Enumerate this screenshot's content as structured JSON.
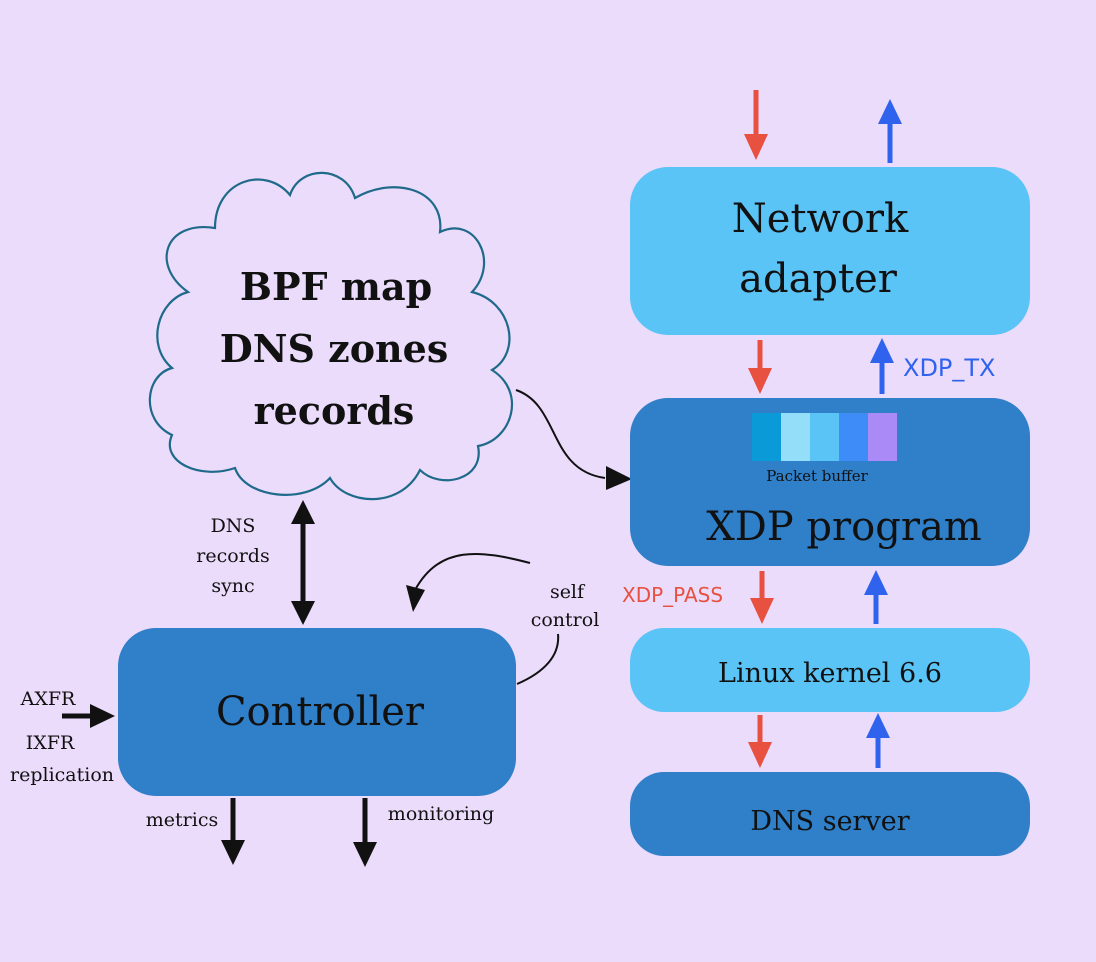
{
  "cloud": {
    "line1": "BPF map",
    "line2": "DNS zones",
    "line3": "records"
  },
  "boxes": {
    "network_adapter": {
      "line1": "Network",
      "line2": "adapter"
    },
    "xdp_program": {
      "title": "XDP program",
      "buffer_label": "Packet buffer"
    },
    "linux_kernel": "Linux kernel 6.6",
    "dns_server": "DNS server",
    "controller": "Controller"
  },
  "labels": {
    "xdp_tx": "XDP_TX",
    "xdp_pass": "XDP_PASS",
    "sync_line1": "DNS",
    "sync_line2": "records",
    "sync_line3": "sync",
    "self_line1": "self",
    "self_line2": "control",
    "axfr": "AXFR",
    "ixfr": "IXFR",
    "replication": "replication",
    "metrics": "metrics",
    "monitoring": "monitoring"
  },
  "colors": {
    "background": "#ecdcfc",
    "light_box": "#5bc4f6",
    "dark_box": "#2f7fc9",
    "inbound_arrow": "#e8503f",
    "outbound_arrow": "#2f63ee",
    "packet_cells": [
      "#0a9ad8",
      "#94def9",
      "#5bc4f6",
      "#3d8cf7",
      "#a98af7"
    ]
  }
}
